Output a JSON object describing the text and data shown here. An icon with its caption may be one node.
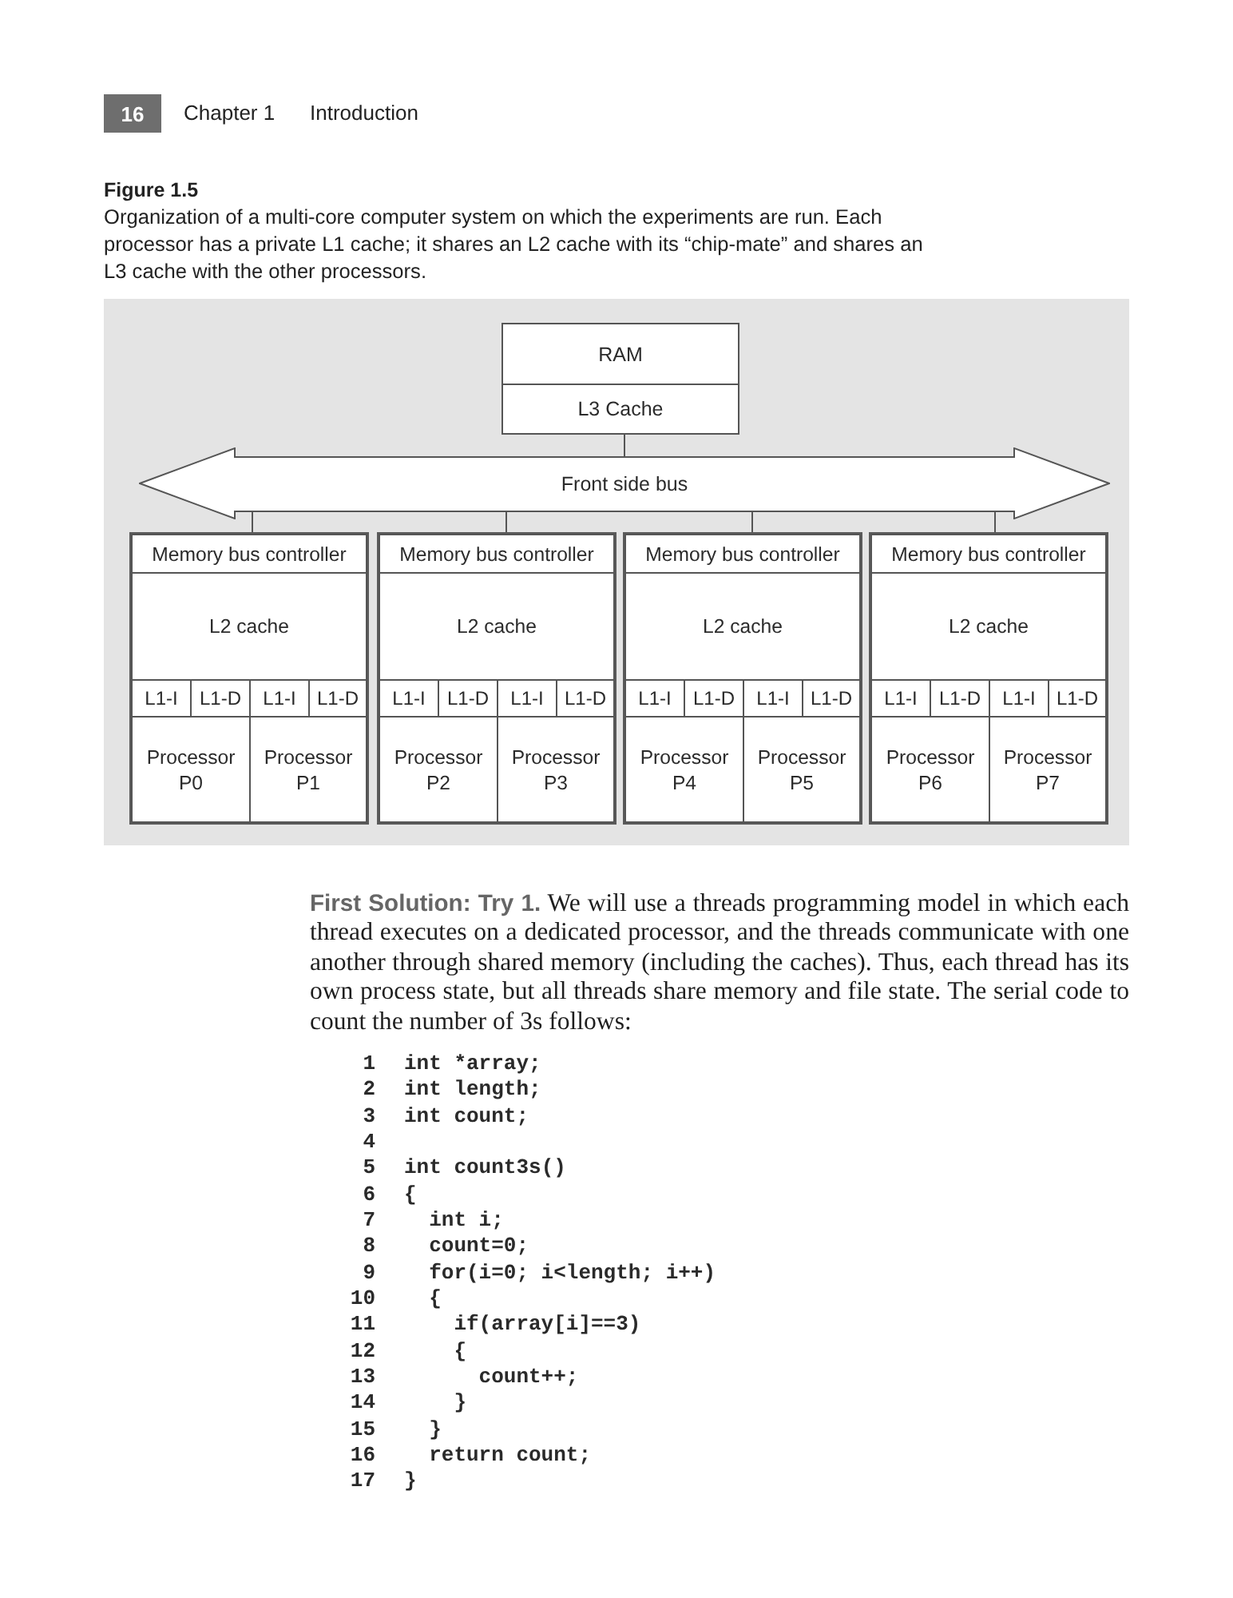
{
  "diagram": {
    "title": "Figure 1.5",
    "caption": "Organization of a multi-core computer system on which the experiments are run. Each processor has a private L1 cache; it shares an L2 cache with its “chip-mate” and shares an L3 cache with the other processors.",
    "nodes": [
      {
        "text": [
          "RAM"
        ]
      },
      {
        "text": [
          "L3 Cache"
        ]
      },
      {
        "text": [
          "Front side bus"
        ]
      },
      {
        "text": [],
        "shape": "box"
      },
      {
        "text": [
          "Memory bus controller"
        ],
        "in": 3
      },
      {
        "text": [
          "L2 cache"
        ],
        "in": 3
      },
      {
        "text": [
          "L1-I"
        ],
        "in": 3
      },
      {
        "text": [
          "L1-D"
        ],
        "in": 3
      },
      {
        "text": [
          "L1-I"
        ],
        "in": 3
      },
      {
        "text": [
          "L1-D"
        ],
        "in": 3
      },
      {
        "text": [
          "Processor P0"
        ],
        "in": 3
      },
      {
        "text": [
          "Processor P1"
        ],
        "in": 3
      },
      {
        "text": [],
        "shape": "box"
      },
      {
        "text": [
          "Memory bus controller"
        ],
        "in": 12
      },
      {
        "text": [
          "L2 cache"
        ],
        "in": 12
      },
      {
        "text": [
          "L1-I"
        ],
        "in": 12
      },
      {
        "text": [
          "L1-D"
        ],
        "in": 12
      },
      {
        "text": [
          "L1-I"
        ],
        "in": 12
      },
      {
        "text": [
          "L1-D"
        ],
        "in": 12
      },
      {
        "text": [
          "Processor P2"
        ],
        "in": 12
      },
      {
        "text": [
          "Processor P3"
        ],
        "in": 12
      },
      {
        "text": [],
        "shape": "box"
      },
      {
        "text": [
          "Memory bus controller"
        ],
        "in": 21
      },
      {
        "text": [
          "L2 cache"
        ],
        "in": 21
      },
      {
        "text": [
          "L1-I"
        ],
        "in": 21
      },
      {
        "text": [
          "L1-D"
        ],
        "in": 21
      },
      {
        "text": [
          "L1-I"
        ],
        "in": 21
      },
      {
        "text": [
          "L1-D"
        ],
        "in": 21
      },
      {
        "text": [
          "Processor P4"
        ],
        "in": 21
      },
      {
        "text": [
          "Processor P5"
        ],
        "in": 21
      },
      {
        "text": [],
        "shape": "box"
      },
      {
        "text": [
          "Memory bus controller"
        ],
        "in": 30
      },
      {
        "text": [
          "L2 cache"
        ],
        "in": 30
      },
      {
        "text": [
          "L1-I"
        ],
        "in": 30
      },
      {
        "text": [
          "L1-D"
        ],
        "in": 30
      },
      {
        "text": [
          "L1-I"
        ],
        "in": 30
      },
      {
        "text": [
          "L1-D"
        ],
        "in": 30
      },
      {
        "text": [
          "Processor P6"
        ],
        "in": 30
      },
      {
        "text": [
          "Processor P7"
        ],
        "in": 30
      }
    ],
    "edges": [
      {
        "from": 1,
        "to": 2,
        "arrow": "none"
      },
      {
        "from": 2,
        "to": 4,
        "arrow": "none"
      },
      {
        "from": 2,
        "to": 13,
        "arrow": "none"
      },
      {
        "from": 2,
        "to": 22,
        "arrow": "none"
      },
      {
        "from": 2,
        "to": 31,
        "arrow": "none"
      }
    ],
    "labels": [
      "16",
      "Chapter 1",
      "Introduction",
      "**First Solution: Try 1.** We will use a threads programming model in which each thread executes on a dedicated processor, and the threads communicate with one another through shared memory (including the caches). Thus, each thread has its own process state, but all threads share memory and file state. The serial code to count the number of 3s follows:",
      "1",
      "int *array;",
      "2",
      "int length;",
      "3",
      "int count;",
      "4",
      "5",
      "int count3s()",
      "6",
      "{",
      "7",
      "int i;",
      "8",
      "count=0;",
      "9",
      "for(i=0; i<length; i++)",
      "10",
      "{",
      "11",
      "if(array[i]==3)",
      "12",
      "{",
      "13",
      "count++;",
      "14",
      "}",
      "15",
      "}",
      "16",
      "return count;",
      "17",
      "}"
    ]
  }
}
